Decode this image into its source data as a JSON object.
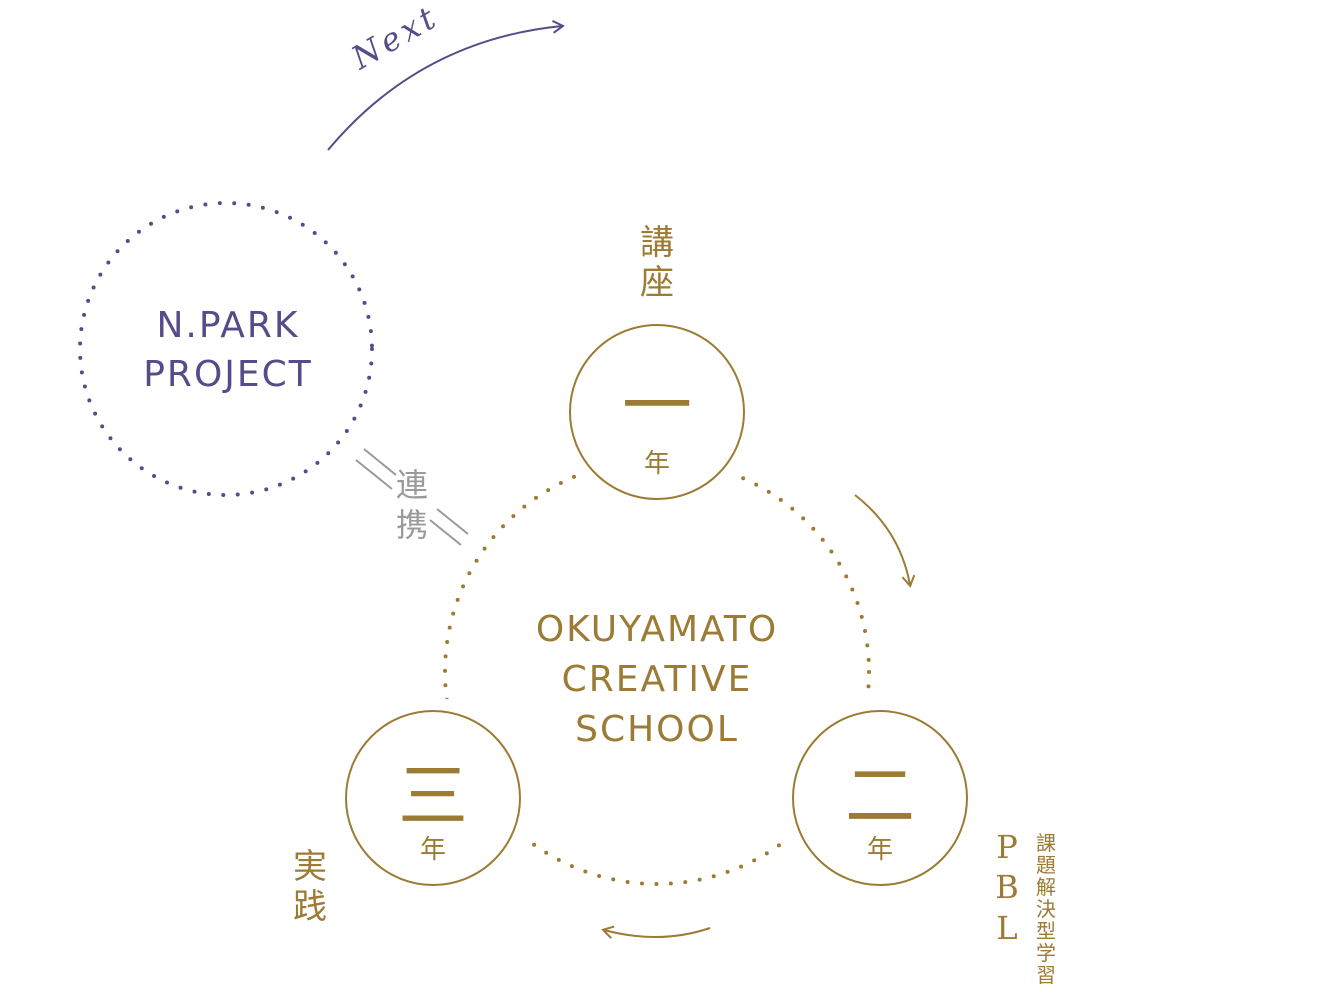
{
  "next_label": "Next",
  "npark": {
    "line1": "N.PARK",
    "line2": "PROJECT"
  },
  "link_label": {
    "char1": "連",
    "char2": "携"
  },
  "school": {
    "line1": "OKUYAMATO",
    "line2": "CREATIVE",
    "line3": "SCHOOL"
  },
  "years": [
    {
      "numeral": "一",
      "unit": "年",
      "label_chars": [
        "講",
        "座"
      ]
    },
    {
      "numeral": "二",
      "unit": "年",
      "label_latin": [
        "P",
        "B",
        "L"
      ],
      "label_vertical": [
        "課",
        "題",
        "解",
        "決",
        "型",
        "学",
        "習"
      ]
    },
    {
      "numeral": "三",
      "unit": "年",
      "label_chars": [
        "実",
        "践"
      ]
    }
  ],
  "colors": {
    "gold": "#9c7b34",
    "purple": "#574b8a",
    "gray": "#9a9a9a"
  }
}
